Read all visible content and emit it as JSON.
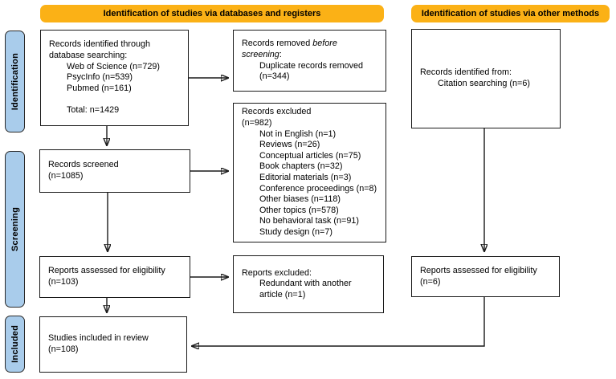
{
  "colors": {
    "header_bg": "#FBB116",
    "label_bg": "#A9CCEB",
    "line": "#1A1A1A"
  },
  "headers": {
    "databases": "Identification of studies via databases and registers",
    "other": "Identification of studies via other methods"
  },
  "stage_labels": {
    "identification": "Identification",
    "screening": "Screening",
    "included": "Included"
  },
  "boxes": {
    "records_identified": {
      "lines": [
        {
          "seg": [
            {
              "t": "Records identified through"
            }
          ]
        },
        {
          "seg": [
            {
              "t": "database searching:"
            }
          ]
        },
        {
          "ind": 1,
          "seg": [
            {
              "t": "Web of Science (n=729)"
            }
          ]
        },
        {
          "ind": 1,
          "seg": [
            {
              "t": "PsycInfo (n=539)"
            }
          ]
        },
        {
          "ind": 1,
          "seg": [
            {
              "t": "Pubmed (n=161)"
            }
          ]
        },
        {
          "blank": true
        },
        {
          "ind": 1,
          "seg": [
            {
              "t": "Total: n=1429"
            }
          ]
        }
      ]
    },
    "records_removed": {
      "lines": [
        {
          "seg": [
            {
              "t": "Records removed "
            },
            {
              "t": "before",
              "it": true
            }
          ]
        },
        {
          "seg": [
            {
              "t": "screening",
              "it": true
            },
            {
              "t": ":"
            }
          ]
        },
        {
          "ind": 1,
          "seg": [
            {
              "t": "Duplicate records removed"
            }
          ]
        },
        {
          "ind": 1,
          "seg": [
            {
              "t": "(n=344)"
            }
          ]
        }
      ]
    },
    "records_identified_other": {
      "lines": [
        {
          "seg": [
            {
              "t": "Records identified from:"
            }
          ]
        },
        {
          "ind": 1,
          "seg": [
            {
              "t": "Citation searching (n=6)"
            }
          ]
        }
      ]
    },
    "records_excluded": {
      "lines": [
        {
          "seg": [
            {
              "t": "Records excluded"
            }
          ]
        },
        {
          "seg": [
            {
              "t": "(n=982)"
            }
          ]
        },
        {
          "ind": 1,
          "seg": [
            {
              "t": "Not in English (n=1)"
            }
          ]
        },
        {
          "ind": 1,
          "seg": [
            {
              "t": "Reviews (n=26)"
            }
          ]
        },
        {
          "ind": 1,
          "seg": [
            {
              "t": "Conceptual articles (n=75)"
            }
          ]
        },
        {
          "ind": 1,
          "seg": [
            {
              "t": "Book chapters (n=32)"
            }
          ]
        },
        {
          "ind": 1,
          "seg": [
            {
              "t": "Editorial materials (n=3)"
            }
          ]
        },
        {
          "ind": 1,
          "seg": [
            {
              "t": "Conference proceedings (n=8)"
            }
          ]
        },
        {
          "ind": 1,
          "seg": [
            {
              "t": "Other biases (n=118)"
            }
          ]
        },
        {
          "ind": 1,
          "seg": [
            {
              "t": "Other topics (n=578)"
            }
          ]
        },
        {
          "ind": 1,
          "seg": [
            {
              "t": "No behavioral task (n=91)"
            }
          ]
        },
        {
          "ind": 1,
          "seg": [
            {
              "t": "Study design (n=7)"
            }
          ]
        }
      ]
    },
    "records_screened": {
      "lines": [
        {
          "seg": [
            {
              "t": "Records screened"
            }
          ]
        },
        {
          "seg": [
            {
              "t": "(n=1085)"
            }
          ]
        }
      ]
    },
    "reports_assessed": {
      "lines": [
        {
          "seg": [
            {
              "t": "Reports assessed for eligibility"
            }
          ]
        },
        {
          "seg": [
            {
              "t": "(n=103)"
            }
          ]
        }
      ]
    },
    "reports_excluded": {
      "lines": [
        {
          "seg": [
            {
              "t": "Reports excluded:"
            }
          ]
        },
        {
          "ind": 1,
          "seg": [
            {
              "t": "Redundant with another"
            }
          ]
        },
        {
          "ind": 1,
          "seg": [
            {
              "t": "article (n=1)"
            }
          ]
        }
      ]
    },
    "reports_assessed_other": {
      "lines": [
        {
          "seg": [
            {
              "t": "Reports assessed for eligibility"
            }
          ]
        },
        {
          "seg": [
            {
              "t": "(n=6)"
            }
          ]
        }
      ]
    },
    "studies_included": {
      "lines": [
        {
          "seg": [
            {
              "t": "Studies included in review"
            }
          ]
        },
        {
          "seg": [
            {
              "t": "(n=108)"
            }
          ]
        }
      ]
    }
  }
}
